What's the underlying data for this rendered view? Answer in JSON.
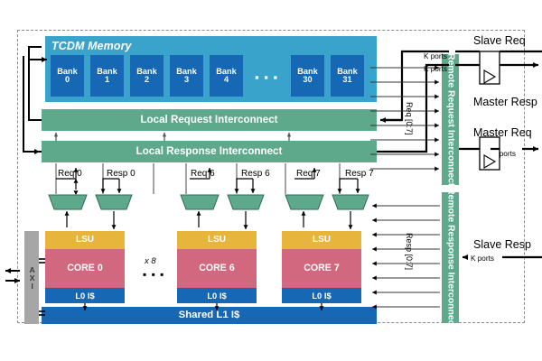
{
  "figure": {
    "type": "block-diagram",
    "subject": "Multi-core cluster with TCDM memory and remote interconnects"
  },
  "cluster": {
    "tcdm": {
      "title": "TCDM Memory",
      "banks": [
        {
          "name": "Bank",
          "index": "0"
        },
        {
          "name": "Bank",
          "index": "1"
        },
        {
          "name": "Bank",
          "index": "2"
        },
        {
          "name": "Bank",
          "index": "3"
        },
        {
          "name": "Bank",
          "index": "4"
        },
        {
          "name": "Bank",
          "index": "30"
        },
        {
          "name": "Bank",
          "index": "31"
        }
      ],
      "ellipsis": "▪ ▪ ▪"
    },
    "local_request_interconnect": "Local Request Interconnect",
    "local_response_interconnect": "Local Response Interconnect",
    "port_labels": [
      "Req 0",
      "Resp 0",
      "Req 6",
      "Resp 6",
      "Req 7",
      "Resp 7"
    ],
    "cores": [
      {
        "lsu": "LSU",
        "core": "CORE 0",
        "l0": "L0 I$"
      },
      {
        "lsu": "LSU",
        "core": "CORE 6",
        "l0": "L0 I$"
      },
      {
        "lsu": "LSU",
        "core": "CORE 7",
        "l0": "L0 I$"
      }
    ],
    "core_multiplier": "x 8",
    "core_ellipsis": "▪ ▪ ▪",
    "shared_l1": "Shared L1 I$",
    "axi": "AXI"
  },
  "remote": {
    "request_interconnect": "Remote Request Interconnect",
    "response_interconnect": "Remote Response Interconnect",
    "req_bus_label": "Req [0:7]",
    "resp_bus_label": "Resp [0:7]",
    "req_lane_count": 8,
    "resp_lane_count": 8
  },
  "external": {
    "slave_req": "Slave Req",
    "master_resp": "Master Resp",
    "master_req": "Master Req",
    "slave_resp": "Slave Resp",
    "k_ports": "K ports",
    "k_ports_slave_req": "K ports",
    "k_ports_master_resp": "K ports",
    "k_ports_master_req": "K ports",
    "k_ports_slave_resp": "K ports"
  },
  "colors": {
    "tcdm_bg": "#3AA3CC",
    "bank": "#1668B4",
    "interconnect": "#5EA88C",
    "lsu": "#E7B43C",
    "core": "#D2687F",
    "cache": "#1668B4",
    "axi": "#A6A6A6",
    "border": "#8a8a8a",
    "wire": "#000000"
  }
}
